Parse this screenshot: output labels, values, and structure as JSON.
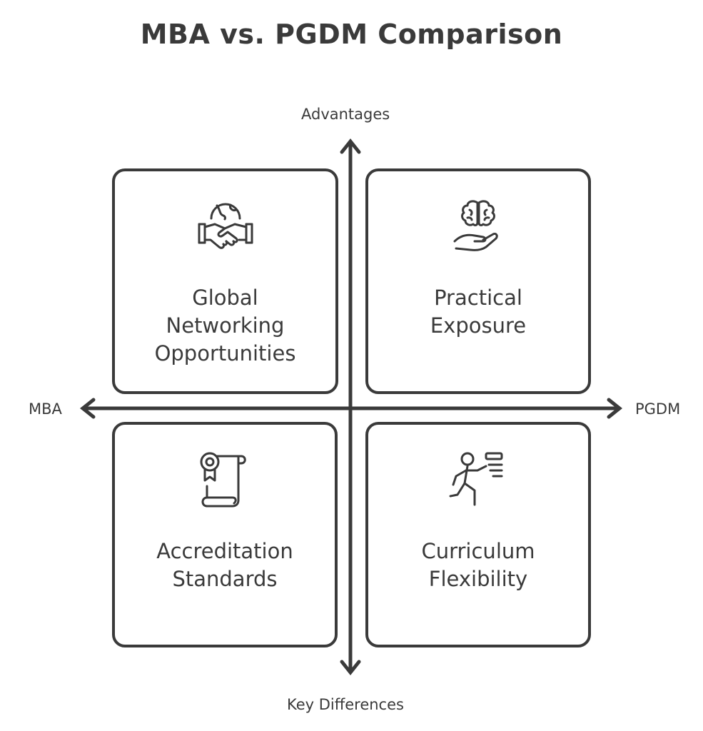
{
  "title": "MBA vs. PGDM Comparison",
  "axes": {
    "top": "Advantages",
    "bottom": "Key Differences",
    "left": "MBA",
    "right": "PGDM"
  },
  "quadrants": {
    "top_left": {
      "lines": [
        "Global",
        "Networking",
        "Opportunities"
      ],
      "icon": "handshake-globe-icon"
    },
    "top_right": {
      "lines": [
        "Practical",
        "Exposure"
      ],
      "icon": "brain-in-hand-icon"
    },
    "bottom_left": {
      "lines": [
        "Accreditation",
        "Standards"
      ],
      "icon": "certificate-scroll-icon"
    },
    "bottom_right": {
      "lines": [
        "Curriculum",
        "Flexibility"
      ],
      "icon": "running-person-icon"
    }
  },
  "colors": {
    "stroke": "#3a3a3a",
    "background": "#ffffff"
  }
}
